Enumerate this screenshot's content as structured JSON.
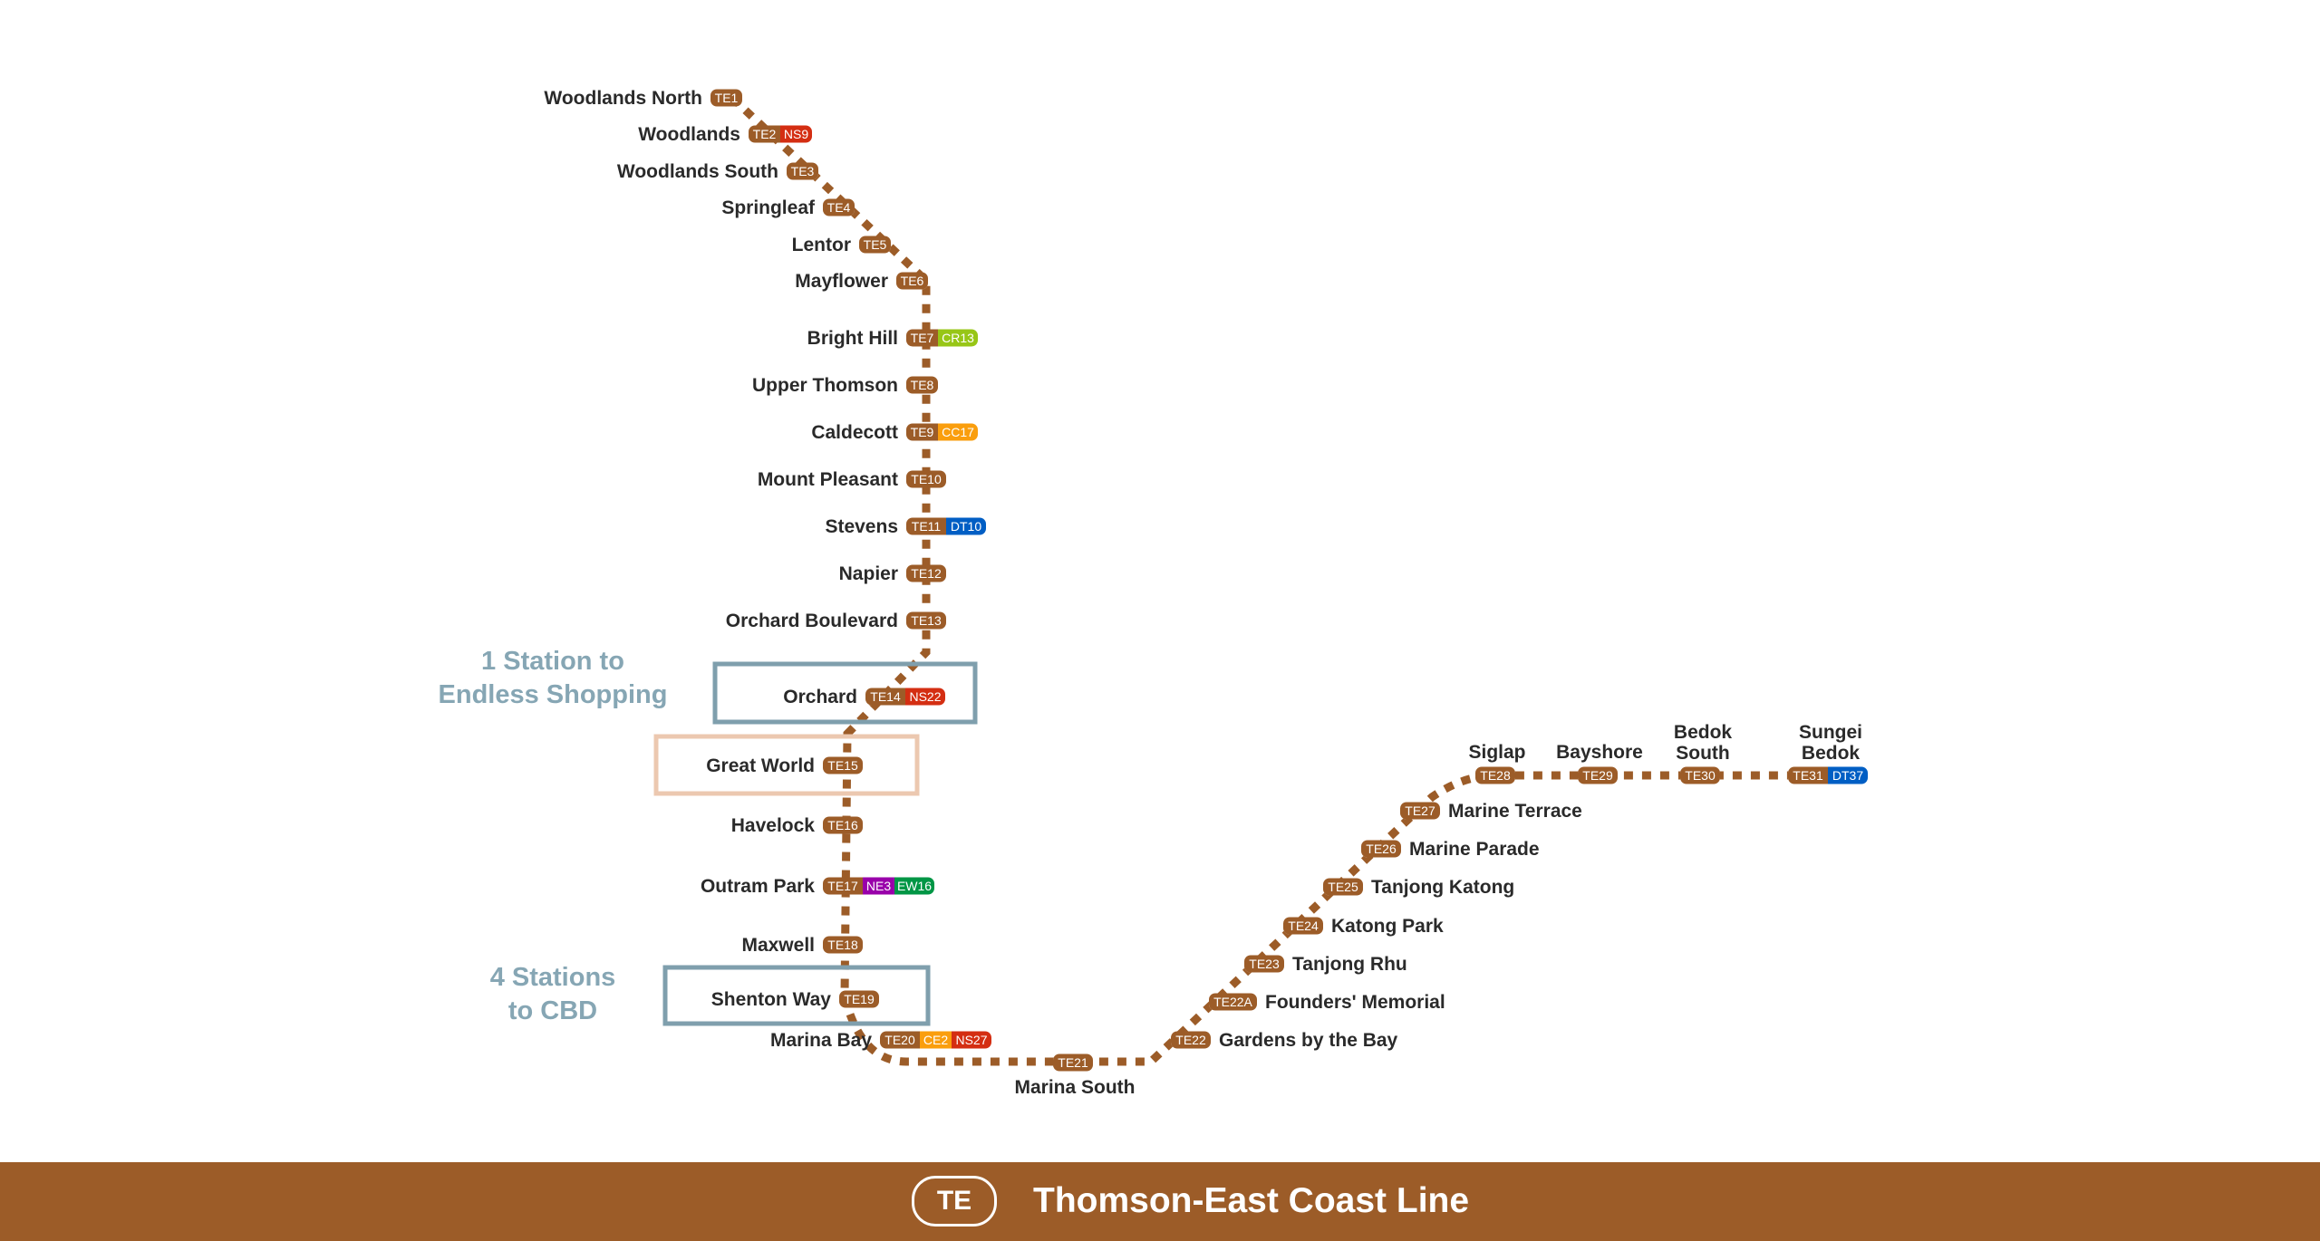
{
  "map_title": "Thomson-East Coast Line",
  "line_badge": "TE",
  "colors": {
    "te_line": "#9c5c28",
    "ns_line": "#d42e12",
    "cr_line": "#97c616",
    "cc_line": "#fa9e0d",
    "dt_line": "#005ec4",
    "ne_line": "#9900aa",
    "ew_line": "#009645",
    "ce_line": "#fa9e0d",
    "callout_text": "#86a6b4",
    "highlight_blue": "#7f9fad",
    "highlight_peach": "#ecc8b0"
  },
  "callouts": [
    {
      "id": "orchard-callout",
      "lines": [
        "1 Station to",
        "Endless Shopping"
      ]
    },
    {
      "id": "cbd-callout",
      "lines": [
        "4 Stations",
        "to CBD"
      ]
    }
  ],
  "stations": [
    {
      "name": "Woodlands North",
      "codes": [
        {
          "code": "TE1",
          "line": "te"
        }
      ]
    },
    {
      "name": "Woodlands",
      "codes": [
        {
          "code": "TE2",
          "line": "te"
        },
        {
          "code": "NS9",
          "line": "ns"
        }
      ]
    },
    {
      "name": "Woodlands South",
      "codes": [
        {
          "code": "TE3",
          "line": "te"
        }
      ]
    },
    {
      "name": "Springleaf",
      "codes": [
        {
          "code": "TE4",
          "line": "te"
        }
      ]
    },
    {
      "name": "Lentor",
      "codes": [
        {
          "code": "TE5",
          "line": "te"
        }
      ]
    },
    {
      "name": "Mayflower",
      "codes": [
        {
          "code": "TE6",
          "line": "te"
        }
      ]
    },
    {
      "name": "Bright Hill",
      "codes": [
        {
          "code": "TE7",
          "line": "te"
        },
        {
          "code": "CR13",
          "line": "cr"
        }
      ]
    },
    {
      "name": "Upper Thomson",
      "codes": [
        {
          "code": "TE8",
          "line": "te"
        }
      ]
    },
    {
      "name": "Caldecott",
      "codes": [
        {
          "code": "TE9",
          "line": "te"
        },
        {
          "code": "CC17",
          "line": "cc"
        }
      ]
    },
    {
      "name": "Mount Pleasant",
      "codes": [
        {
          "code": "TE10",
          "line": "te"
        }
      ]
    },
    {
      "name": "Stevens",
      "codes": [
        {
          "code": "TE11",
          "line": "te"
        },
        {
          "code": "DT10",
          "line": "dt"
        }
      ]
    },
    {
      "name": "Napier",
      "codes": [
        {
          "code": "TE12",
          "line": "te"
        }
      ]
    },
    {
      "name": "Orchard Boulevard",
      "codes": [
        {
          "code": "TE13",
          "line": "te"
        }
      ]
    },
    {
      "name": "Orchard",
      "codes": [
        {
          "code": "TE14",
          "line": "te"
        },
        {
          "code": "NS22",
          "line": "ns"
        }
      ]
    },
    {
      "name": "Great World",
      "codes": [
        {
          "code": "TE15",
          "line": "te"
        }
      ]
    },
    {
      "name": "Havelock",
      "codes": [
        {
          "code": "TE16",
          "line": "te"
        }
      ]
    },
    {
      "name": "Outram Park",
      "codes": [
        {
          "code": "TE17",
          "line": "te"
        },
        {
          "code": "NE3",
          "line": "ne"
        },
        {
          "code": "EW16",
          "line": "ew"
        }
      ]
    },
    {
      "name": "Maxwell",
      "codes": [
        {
          "code": "TE18",
          "line": "te"
        }
      ]
    },
    {
      "name": "Shenton Way",
      "codes": [
        {
          "code": "TE19",
          "line": "te"
        }
      ]
    },
    {
      "name": "Marina Bay",
      "codes": [
        {
          "code": "TE20",
          "line": "te"
        },
        {
          "code": "CE2",
          "line": "ce"
        },
        {
          "code": "NS27",
          "line": "ns"
        }
      ]
    },
    {
      "name": "Marina South",
      "codes": [
        {
          "code": "TE21",
          "line": "te"
        }
      ]
    },
    {
      "name": "Gardens by the Bay",
      "codes": [
        {
          "code": "TE22",
          "line": "te"
        }
      ]
    },
    {
      "name": "Founders' Memorial",
      "codes": [
        {
          "code": "TE22A",
          "line": "te"
        }
      ]
    },
    {
      "name": "Tanjong Rhu",
      "codes": [
        {
          "code": "TE23",
          "line": "te"
        }
      ]
    },
    {
      "name": "Katong Park",
      "codes": [
        {
          "code": "TE24",
          "line": "te"
        }
      ]
    },
    {
      "name": "Tanjong Katong",
      "codes": [
        {
          "code": "TE25",
          "line": "te"
        }
      ]
    },
    {
      "name": "Marine Parade",
      "codes": [
        {
          "code": "TE26",
          "line": "te"
        }
      ]
    },
    {
      "name": "Marine Terrace",
      "codes": [
        {
          "code": "TE27",
          "line": "te"
        }
      ]
    },
    {
      "name": "Siglap",
      "codes": [
        {
          "code": "TE28",
          "line": "te"
        }
      ]
    },
    {
      "name": "Bayshore",
      "codes": [
        {
          "code": "TE29",
          "line": "te"
        }
      ]
    },
    {
      "name": "Bedok South",
      "codes": [
        {
          "code": "TE30",
          "line": "te"
        }
      ]
    },
    {
      "name": "Sungei Bedok",
      "codes": [
        {
          "code": "TE31",
          "line": "te"
        },
        {
          "code": "DT37",
          "line": "dt"
        }
      ]
    }
  ]
}
